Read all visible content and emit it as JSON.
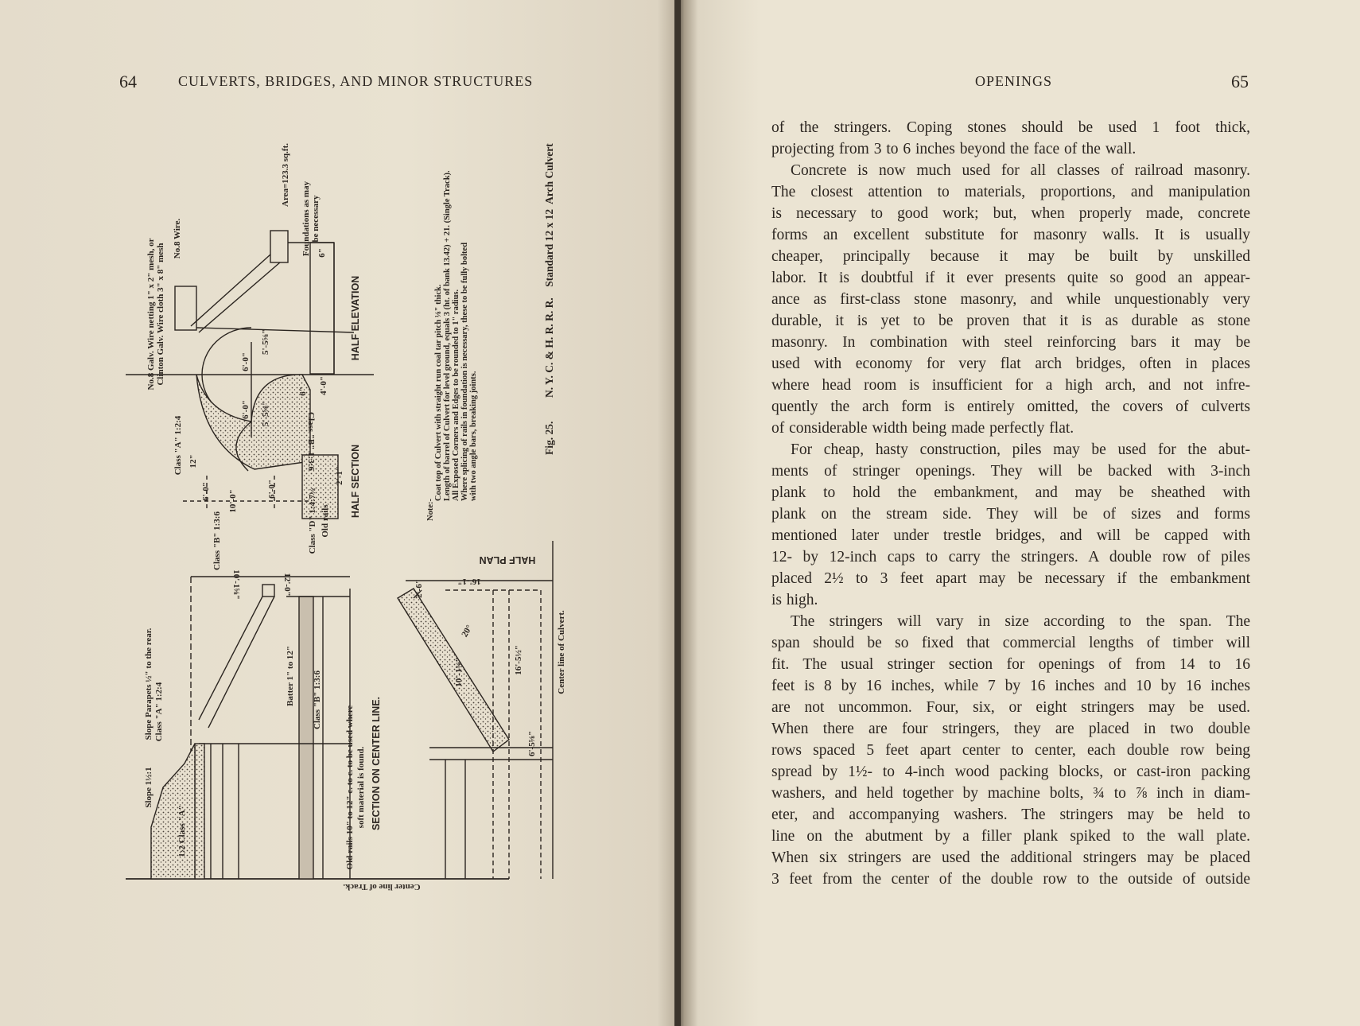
{
  "left_page": {
    "page_number": "64",
    "running_head": "CULVERTS, BRIDGES, AND MINOR STRUCTURES",
    "figure": {
      "caption_label": "Fig. 25.",
      "caption": "N. Y. C. & H. R. R. R.    Standard 12 x 12  Arch Culvert",
      "views": {
        "half_elevation": "HALF ELEVATION",
        "half_section": "HALF SECTION",
        "section_center_line": "SECTION ON CENTER LINE.",
        "half_plan": "HALF PLAN"
      },
      "labels": {
        "wire_netting": "No.8 Galv. Wire netting 1\" x 2\" mesh, or",
        "wire_cloth": "Clinton Galv. Wire cloth 3\" x 8\" mesh",
        "no8_wire": "No.8 Wire.",
        "class_a_top": "Class \"A\" 1:2:4",
        "area": "Area=123.3 sq.ft.",
        "foundations_1": "Foundations as may",
        "foundations_2": "be necessary",
        "class_b_inverted": "Class \"B\" 1:3:6",
        "class_b_lower": "Class \"B\" 1:3:6",
        "class_d": "Class \"D\" 1:4:7½",
        "old_rails": "Old rails",
        "slope": "Slope 1½:1",
        "slope_parapets": "Slope Parapets ½\" to the rear.",
        "class_a_section": "Class \"A\" 1:2:4",
        "class_a_section_2": "1:2 Class \"A\"",
        "batter": "Batter 1\" to 12\"",
        "class_b_section": "Class \"B\" 1:3:6",
        "old_rails_note_1": "Old rails 10\" to 12\" c. to c. to be used where",
        "old_rails_note_2": "soft material is found.",
        "center_line_track": "Center line of Track.",
        "center_line_culvert": "Center line of Culvert."
      },
      "dimensions": [
        "6'-0\"",
        "6'-0\"",
        "5'-5⅝\"",
        "5'-5⅝\"",
        "10'-0\"",
        "6'-0\"",
        "6'-0\"",
        "12\"",
        "2'-1\"",
        "4'-0\"",
        "6\"",
        "6\"",
        "2'-6\"",
        "10'-1⅝\"",
        "10'-1⅝\"",
        "16'-5½\"",
        "16'-1\"",
        "20°",
        "12'-0\"",
        "6'-5⅝\""
      ],
      "notes_heading": "Note:-",
      "notes": [
        "Coat top of Culvert with straight run coal tar pitch ⅛\" thick.",
        "Length of barrel of Culvert for level ground, equals 3 (ht. of bank 13.42) + 21. (Single Track).",
        "All Exposed Corners and Edges to be rounded to 1\" radius.",
        "Where splicing of rails in foundation is necessary, these to be fully bolted",
        "with two angle bars, breaking joints."
      ]
    }
  },
  "right_page": {
    "running_head": "OPENINGS",
    "page_number": "65",
    "lines": [
      "of the stringers. Coping stones should be used 1 foot thick,",
      "projecting from 3 to 6 inches beyond the face of the wall.",
      "Concrete is now much used for all classes of railroad masonry.",
      "The closest attention to materials, proportions, and manipulation",
      "is necessary to good work; but, when properly made, concrete",
      "forms an excellent substitute for masonry walls. It is usually",
      "cheaper, principally because it may be built by unskilled",
      "labor. It is doubtful if it ever presents quite so good an appear-",
      "ance as first-class stone masonry, and while unquestionably very",
      "durable, it is yet to be proven that it is as durable as stone",
      "masonry. In combination with steel reinforcing bars it may be",
      "used with economy for very flat arch bridges, often in places",
      "where head room is insufficient for a high arch, and not infre-",
      "quently the arch form is entirely omitted, the covers of culverts",
      "of considerable width being made perfectly flat.",
      "For cheap, hasty construction, piles may be used for the abut-",
      "ments of stringer openings. They will be backed with 3-inch",
      "plank to hold the embankment, and may be sheathed with",
      "plank on the stream side. They will be of sizes and forms",
      "mentioned later under trestle bridges, and will be capped with",
      "12- by 12-inch caps to carry the stringers. A double row of piles",
      "placed 2½ to 3 feet apart may be necessary if the embankment",
      "is high.",
      "The stringers will vary in size according to the span. The",
      "span should be so fixed that commercial lengths of timber will",
      "fit. The usual stringer section for openings of from 14 to 16",
      "feet is 8 by 16 inches, while 7 by 16 inches and 10 by 16 inches",
      "are not uncommon. Four, six, or eight stringers may be used.",
      "When there are four stringers, they are placed in two double",
      "rows spaced 5 feet apart center to center, each double row being",
      "spread by 1½- to 4-inch wood packing blocks, or cast-iron packing",
      "washers, and held together by machine bolts, ¾ to ⅞ inch in diam-",
      "eter, and accompanying washers. The stringers may be held to",
      "line on the abutment by a filler plank spiked to the wall plate.",
      "When six stringers are used the additional stringers may be placed",
      "3 feet from the center of the double row to the outside of outside"
    ]
  }
}
